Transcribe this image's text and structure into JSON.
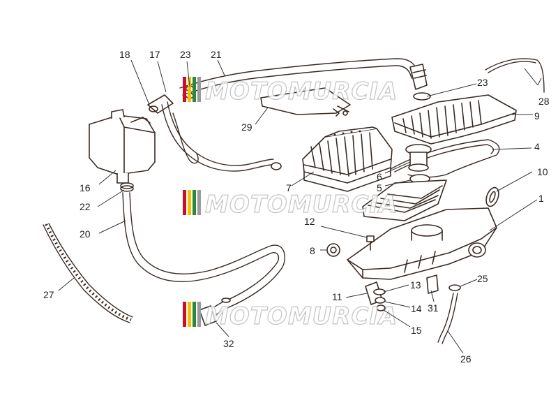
{
  "watermark": {
    "text": "MOTOMURCIA",
    "colors": [
      "#c8102e",
      "#f2c200",
      "#2a8a3a",
      "#9a9a9a"
    ]
  },
  "callouts": {
    "c1": "1",
    "c4": "4",
    "c5": "5",
    "c6": "6",
    "c7": "7",
    "c8": "8",
    "c9": "9",
    "c10": "10",
    "c11": "11",
    "c12": "12",
    "c13": "13",
    "c14": "14",
    "c15": "15",
    "c16": "16",
    "c17": "17",
    "c18": "18",
    "c20": "20",
    "c21": "21",
    "c22": "22",
    "c23a": "23",
    "c23b": "23",
    "c25": "25",
    "c26": "26",
    "c27": "27",
    "c28": "28",
    "c29": "29",
    "c31": "31",
    "c32": "32"
  }
}
